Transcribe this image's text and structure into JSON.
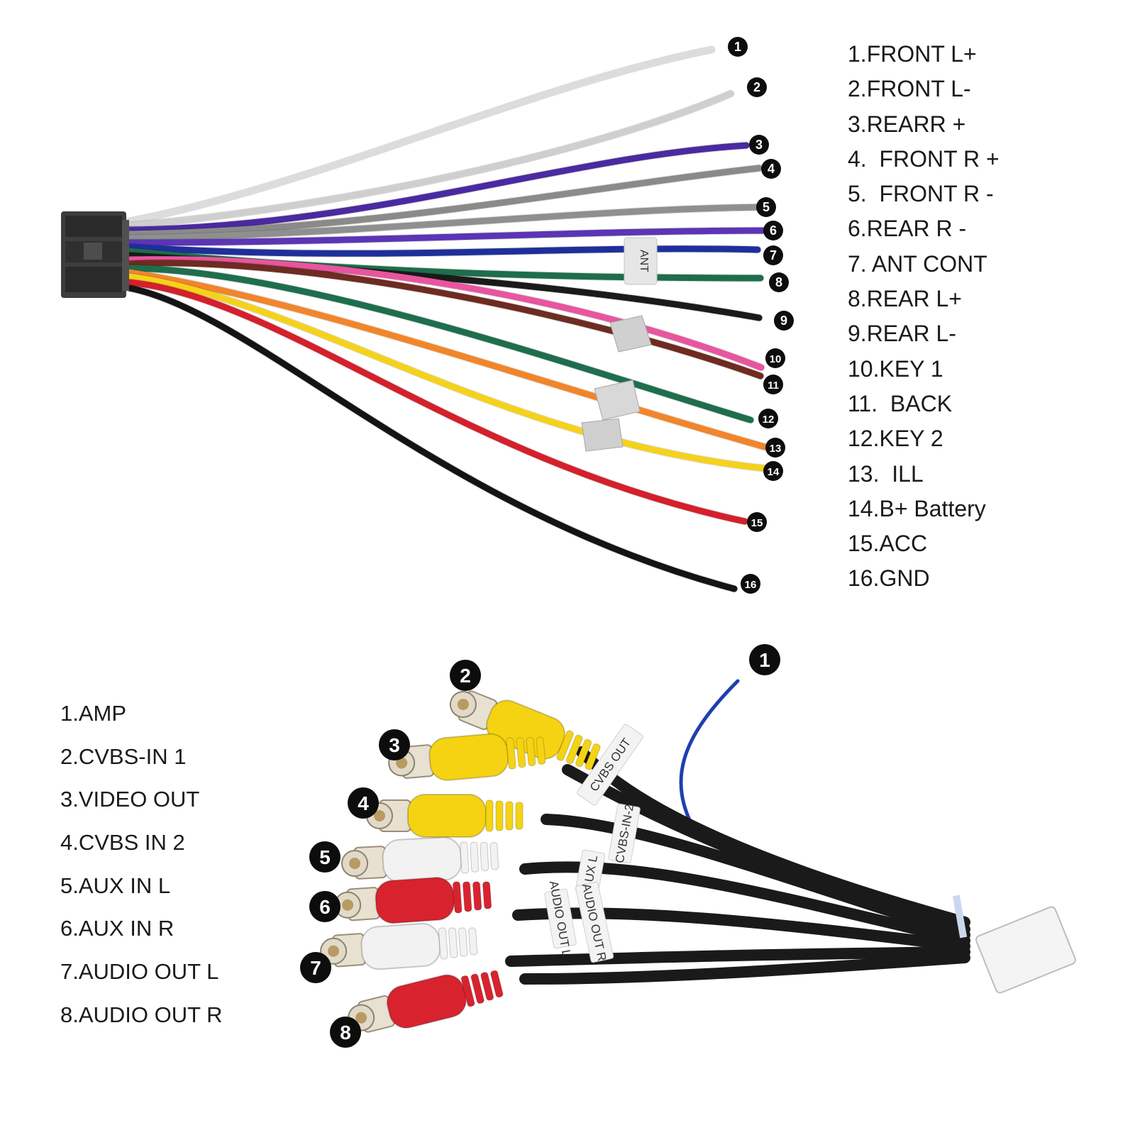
{
  "harness": {
    "pins": [
      {
        "num": "1",
        "label": "1.FRONT L+",
        "color": "#dcdcdc"
      },
      {
        "num": "2",
        "label": "2.FRONT L-",
        "color": "#cfcfcf"
      },
      {
        "num": "3",
        "label": "3.REARR +",
        "color": "#4a2aa0"
      },
      {
        "num": "4",
        "label": "4.  FRONT R +",
        "color": "#8a8a8a"
      },
      {
        "num": "5",
        "label": "5.  FRONT R -",
        "color": "#8f8f8f"
      },
      {
        "num": "6",
        "label": "6.REAR R -",
        "color": "#5b35b5"
      },
      {
        "num": "7",
        "label": "7. ANT CONT",
        "color": "#1f2f9a"
      },
      {
        "num": "8",
        "label": "8.REAR L+",
        "color": "#1d6e4a"
      },
      {
        "num": "9",
        "label": "9.REAR L-",
        "color": "#1a1a1a"
      },
      {
        "num": "10",
        "label": "10.KEY 1",
        "color": "#e8559e"
      },
      {
        "num": "11",
        "label": "11.  BACK",
        "color": "#6e2b22"
      },
      {
        "num": "12",
        "label": "12.KEY 2",
        "color": "#1e6e4e"
      },
      {
        "num": "13",
        "label": "13.  ILL",
        "color": "#f2852a"
      },
      {
        "num": "14",
        "label": "14.B+ Battery",
        "color": "#f4d21c"
      },
      {
        "num": "15",
        "label": "15.ACC",
        "color": "#d4202c"
      },
      {
        "num": "16",
        "label": "16.GND",
        "color": "#141414"
      }
    ],
    "tag_text": "ANT"
  },
  "rca": {
    "items": [
      {
        "num": "1",
        "label": "1.AMP"
      },
      {
        "num": "2",
        "label": "2.CVBS-IN 1"
      },
      {
        "num": "3",
        "label": "3.VIDEO OUT"
      },
      {
        "num": "4",
        "label": "4.CVBS IN 2"
      },
      {
        "num": "5",
        "label": "5.AUX IN L"
      },
      {
        "num": "6",
        "label": "6.AUX IN R"
      },
      {
        "num": "7",
        "label": "7.AUDIO OUT L"
      },
      {
        "num": "8",
        "label": "8.AUDIO OUT R"
      }
    ],
    "tags": [
      "CVBS OUT",
      "CVBS-IN-2",
      "AUX L",
      "AUDIO OUT R",
      "AUDIO OUT L"
    ],
    "colors": {
      "yellow": "#f5d312",
      "white": "#f2f2f2",
      "red": "#d8232f",
      "cable": "#1a1a1a",
      "amp_wire": "#1f3fb0"
    }
  }
}
